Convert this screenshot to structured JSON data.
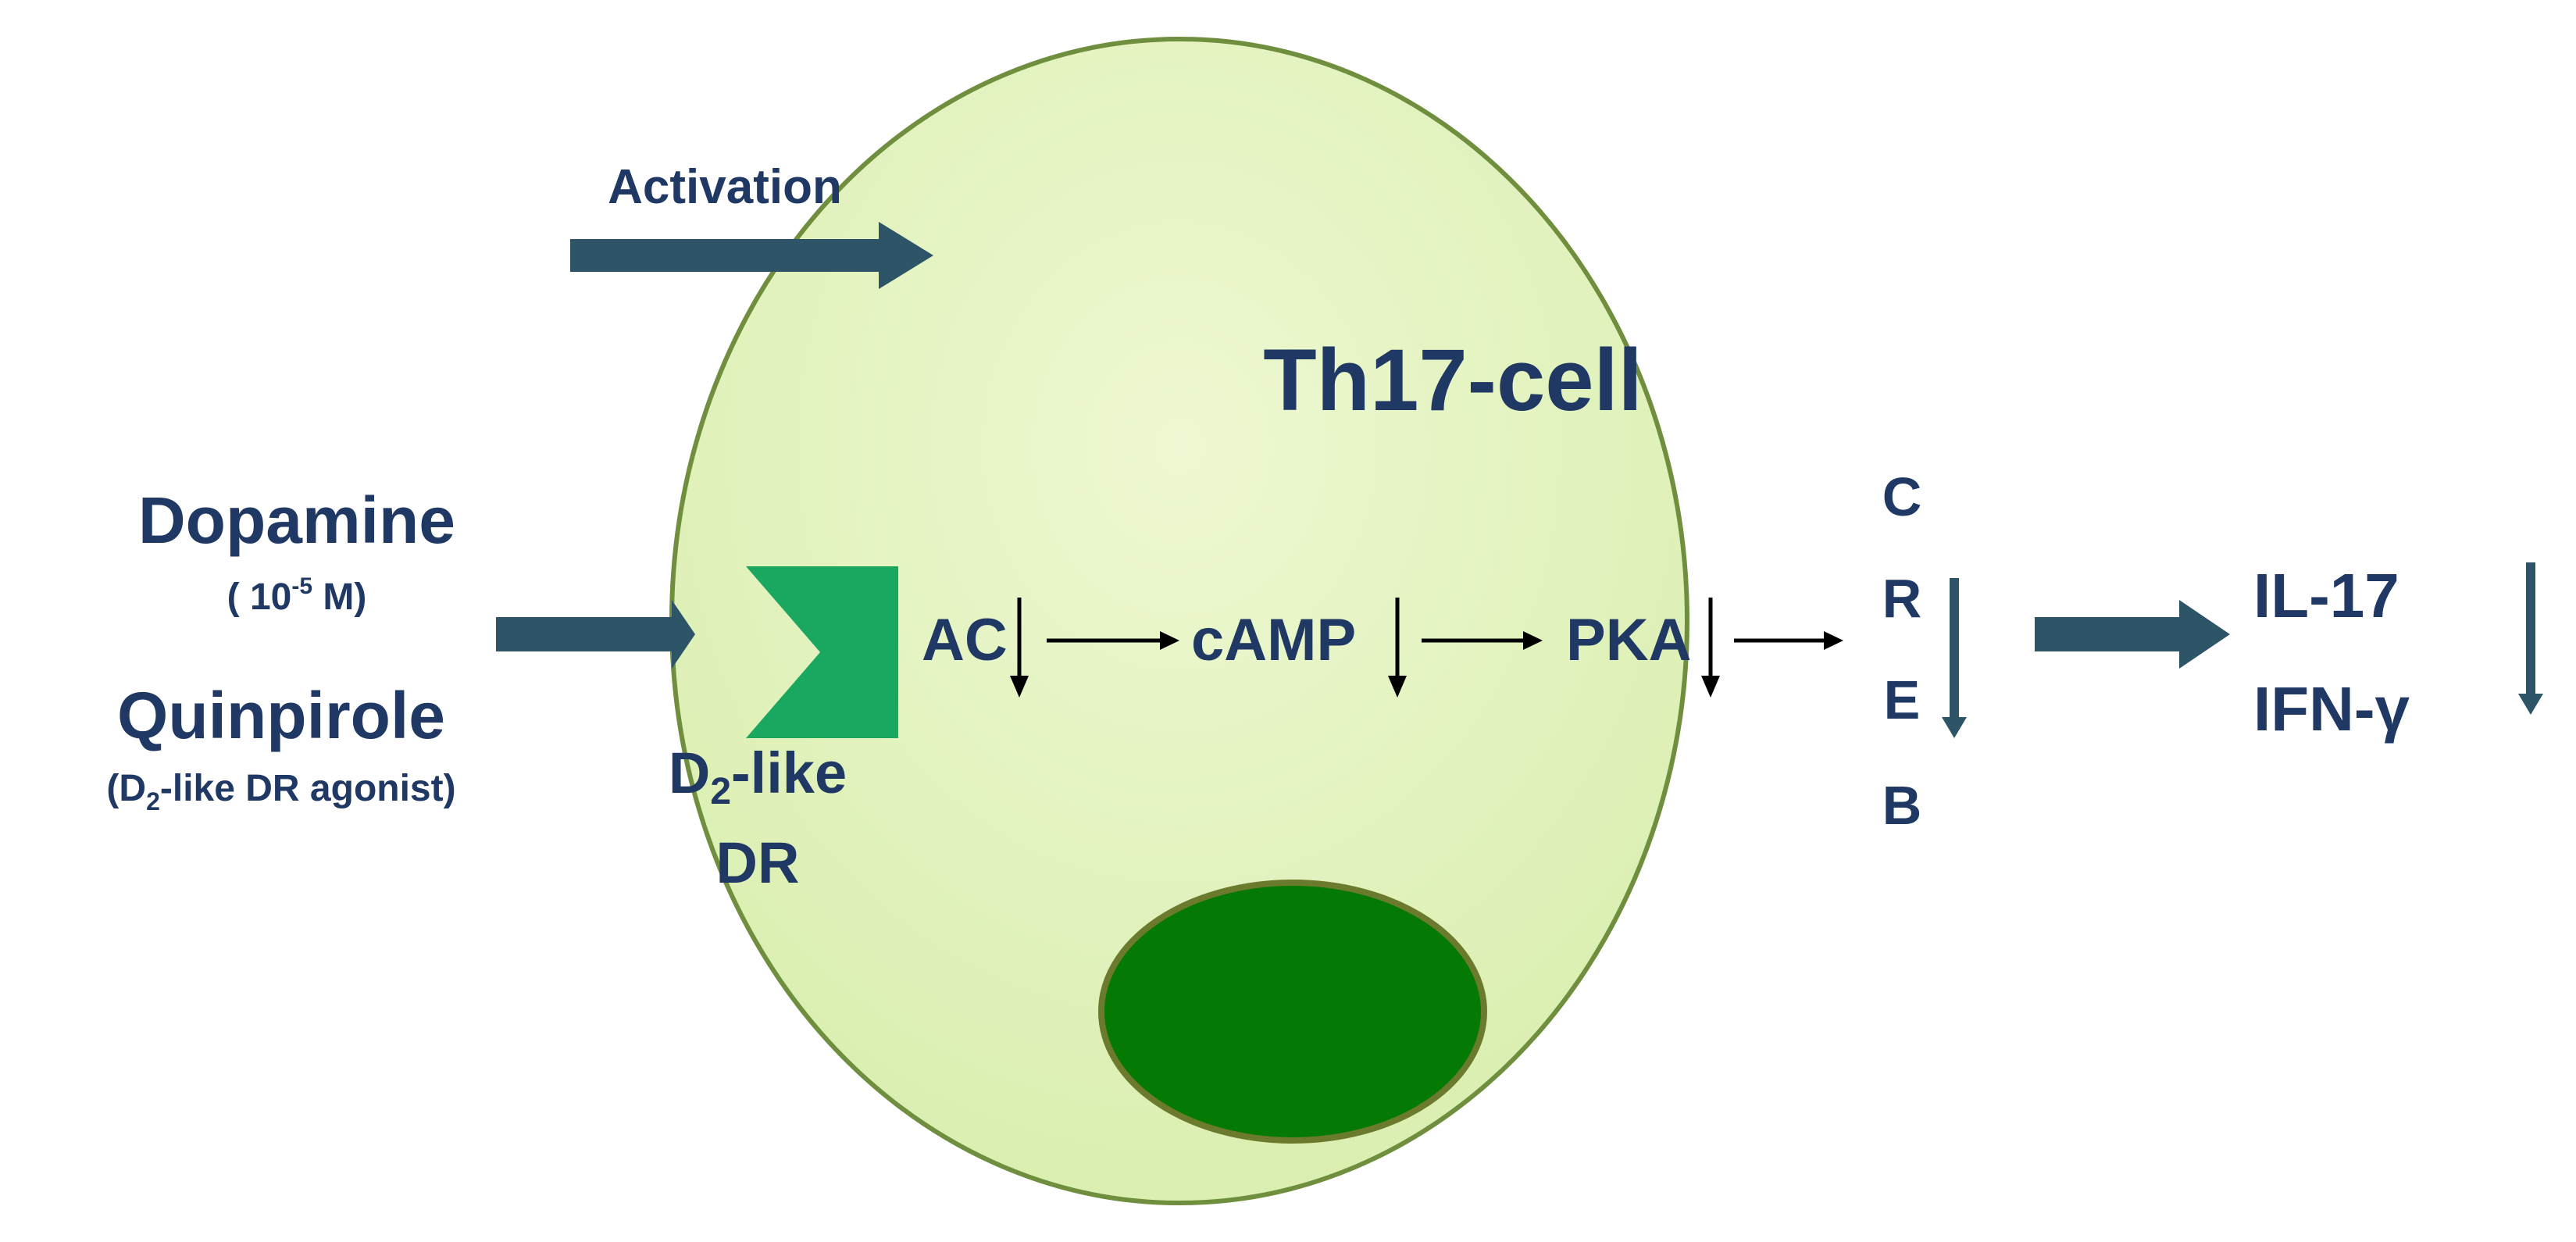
{
  "diagram": {
    "activation_label": "Activation",
    "cell_title": "Th17-cell",
    "dopamine_label": "Dopamine",
    "dopamine_conc": "( 10",
    "dopamine_conc_exp": "-5",
    "dopamine_conc_unit": " M)",
    "quinpirole_label": "Quinpirole",
    "quinpirole_desc_open": "(D",
    "quinpirole_desc_sub": "2",
    "quinpirole_desc_rest": "-like DR agonist)",
    "receptor_label_d": "D",
    "receptor_label_sub": "2",
    "receptor_label_like": "-like",
    "receptor_label_dr": "DR",
    "pathway": {
      "ac": "AC",
      "camp": "cAMP",
      "pka": "PKA",
      "creb": [
        "C",
        "R",
        "E",
        "B"
      ]
    },
    "outputs": [
      "IL-17",
      "IFN-γ"
    ],
    "colors": {
      "text": "#1f3864",
      "arrow": "#2e5468",
      "cell_fill": "#e6f5c4",
      "cell_stroke": "#6f8f3f",
      "nucleus_fill": "#047a04",
      "nucleus_stroke": "#6b7a2c",
      "receptor": "#1aa860"
    }
  }
}
